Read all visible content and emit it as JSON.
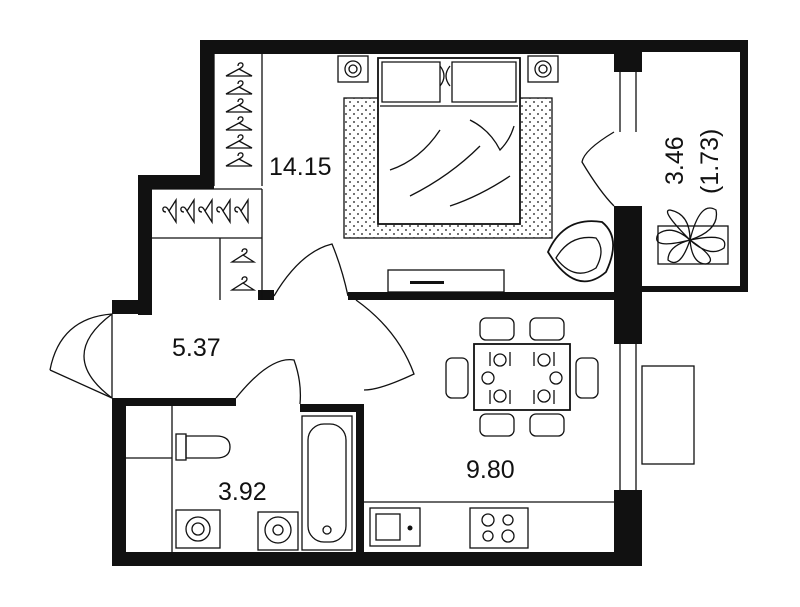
{
  "rooms": {
    "bedroom_area": "14.15",
    "hall_area": "5.37",
    "bathroom_area": "3.92",
    "kitchen_area": "9.80",
    "balcony_area": "3.46",
    "balcony_reduced_area": "(1.73)"
  },
  "colors": {
    "wall": "#111111",
    "background": "#ffffff",
    "text": "#111111"
  },
  "icons": [
    "wardrobe-hanger-icon",
    "double-bed-icon",
    "armchair-icon",
    "potted-plant-icon",
    "dining-table-icon",
    "toilet-icon",
    "washing-machine-icon",
    "sink-icon",
    "bathtub-icon",
    "kitchen-sink-icon",
    "cooktop-icon"
  ]
}
